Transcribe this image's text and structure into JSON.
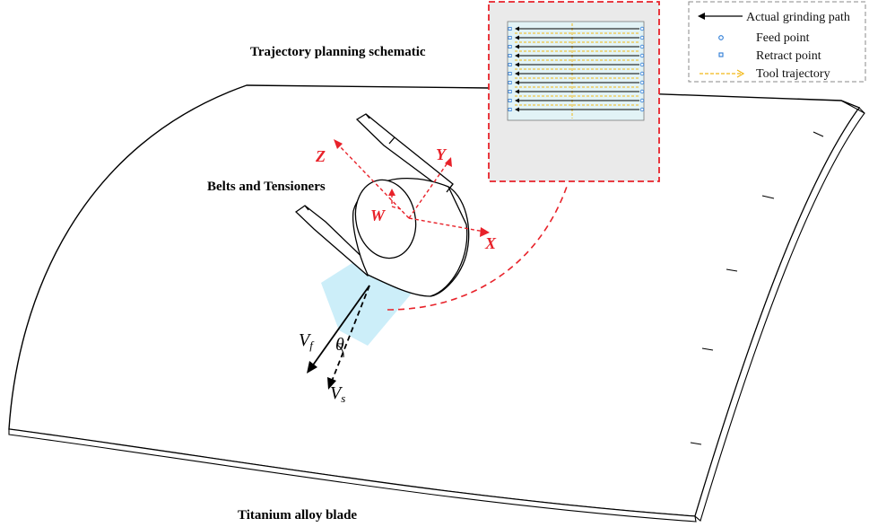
{
  "labels": {
    "trajectory_title": "Trajectory planning schematic",
    "belts": "Belts and Tensioners",
    "blade": "Titanium alloy blade"
  },
  "axes": {
    "z": "Z",
    "y": "Y",
    "w": "W",
    "x": "X"
  },
  "velocities": {
    "vf_main": "V",
    "vf_sub": "f",
    "vs_main": "V",
    "vs_sub": "s",
    "theta": "θ"
  },
  "legend": {
    "actual_path": "Actual grinding path",
    "feed_point": "Feed point",
    "retract_point": "Retract point",
    "tool_trajectory": "Tool trajectory"
  },
  "colors": {
    "accent_red": "#e8222a",
    "trajectory_yellow": "#f2b817",
    "point_blue": "#2b7bd6",
    "contact_patch": "#c7ecf8",
    "inset_bg": "#eaeaea"
  }
}
